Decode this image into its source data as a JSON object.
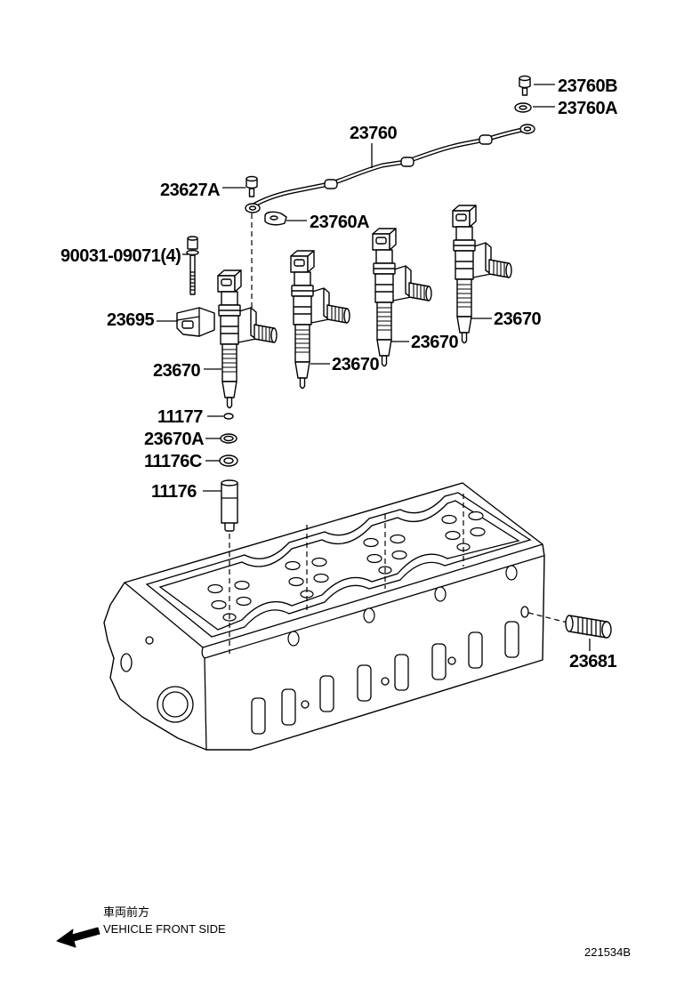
{
  "diagram": {
    "callouts": [
      "23760B",
      "23760A",
      "23760",
      "23627A",
      "23760A",
      "90031-09071(4)",
      "23695",
      "23670",
      "23670",
      "23670",
      "23670",
      "11177",
      "23670A",
      "11176C",
      "11176",
      "23681"
    ]
  },
  "orientation": {
    "note_jp": "車両前方",
    "note_en": "VEHICLE FRONT SIDE",
    "arrow_icon": "arrow-left-icon"
  },
  "figure_code": "221534B",
  "colors": {
    "line": "#000000",
    "background": "#ffffff"
  }
}
